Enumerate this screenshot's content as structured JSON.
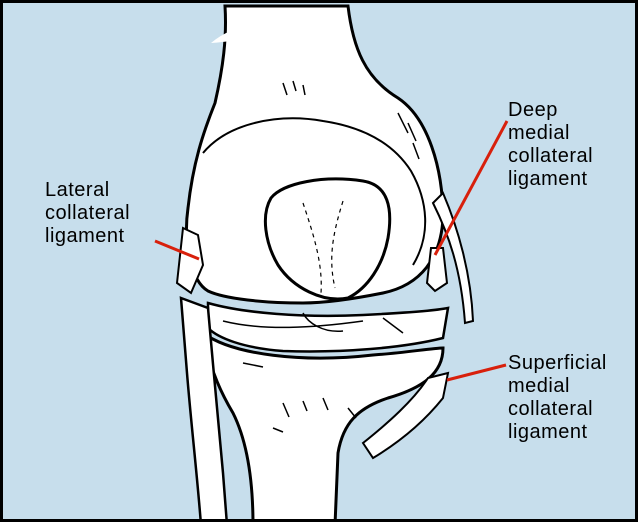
{
  "figure": {
    "labels": {
      "lateral_collateral_ligament": "Lateral\ncollateral\nligament",
      "deep_medial_collateral_ligament": "Deep\nmedial\ncollateral\nligament",
      "superficial_medial_collateral_ligament": "Superficial\nmedial\ncollateral\nligament"
    },
    "colors": {
      "background": "#c7deec",
      "bone": "#ffffff",
      "outline": "#000000",
      "pointer": "#d8200c",
      "border": "#000000"
    }
  }
}
